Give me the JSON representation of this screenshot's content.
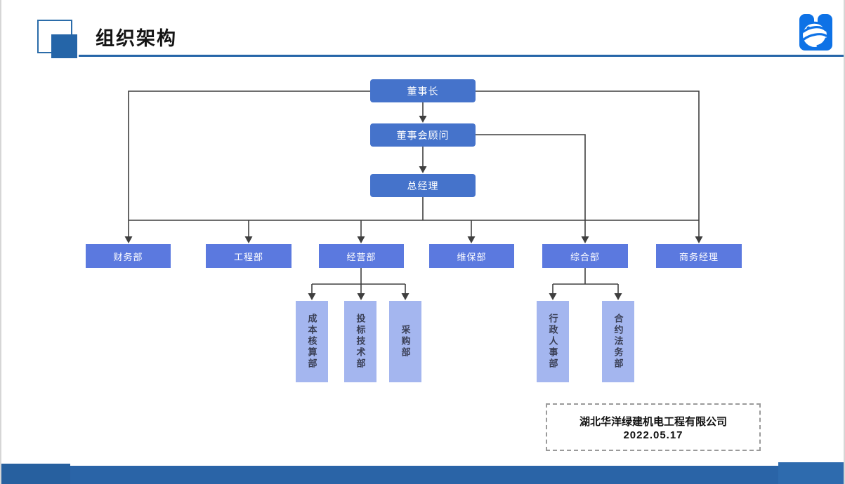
{
  "slide": {
    "title": "组织架构"
  },
  "icons": {
    "logo": "globe-swirl-logo-icon"
  },
  "org_chart": {
    "executive": [
      {
        "id": "chairman",
        "label": "董事长"
      },
      {
        "id": "board-advisor",
        "label": "董事会顾问"
      },
      {
        "id": "general-manager",
        "label": "总经理"
      }
    ],
    "departments": [
      {
        "id": "finance",
        "label": "财务部"
      },
      {
        "id": "engineering",
        "label": "工程部"
      },
      {
        "id": "business",
        "label": "经营部"
      },
      {
        "id": "maintenance",
        "label": "维保部"
      },
      {
        "id": "general-affairs",
        "label": "综合部"
      },
      {
        "id": "commerce-manager",
        "label": "商务经理"
      }
    ],
    "business_sub_departments": [
      {
        "id": "cost-accounting",
        "label": "成本核算部"
      },
      {
        "id": "bidding-technology",
        "label": "投标技术部"
      },
      {
        "id": "procurement",
        "label": "采购部"
      }
    ],
    "general_affairs_sub_departments": [
      {
        "id": "admin-hr",
        "label": "行政人事部"
      },
      {
        "id": "contract-legal",
        "label": "合约法务部"
      }
    ]
  },
  "footnote": {
    "company": "湖北华洋绿建机电工程有限公司",
    "date": "2022.05.17"
  },
  "colors": {
    "accent_blue": "#2565A8",
    "level1_box": "#4573CB",
    "level2_box": "#5B79DF",
    "level3_box": "#A4B6EF",
    "connector": "#3F3F3F",
    "logo_blue": "#0E72E6",
    "bottom_bar": "#2A64A7"
  }
}
